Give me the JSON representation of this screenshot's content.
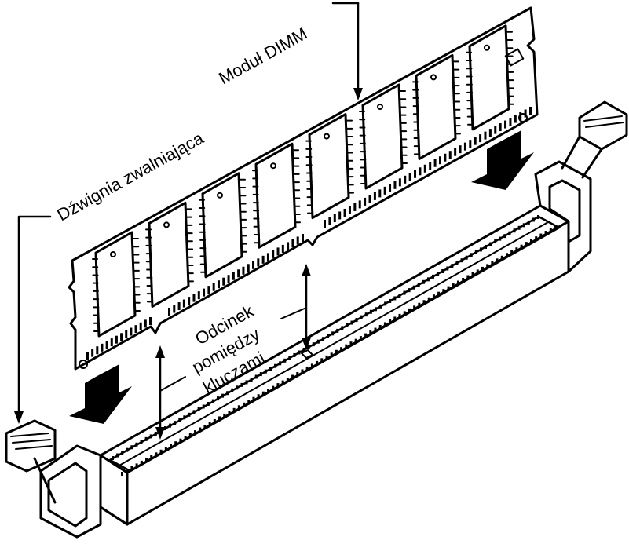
{
  "labels": {
    "module": "Moduł DIMM",
    "release_lever": "Dźwignia zwalniająca",
    "key_gap_line1": "Odcinek",
    "key_gap_line2": "pomiędzy",
    "key_gap_line3": "kluczami"
  },
  "colors": {
    "ink": "#000000",
    "paper": "#ffffff"
  }
}
